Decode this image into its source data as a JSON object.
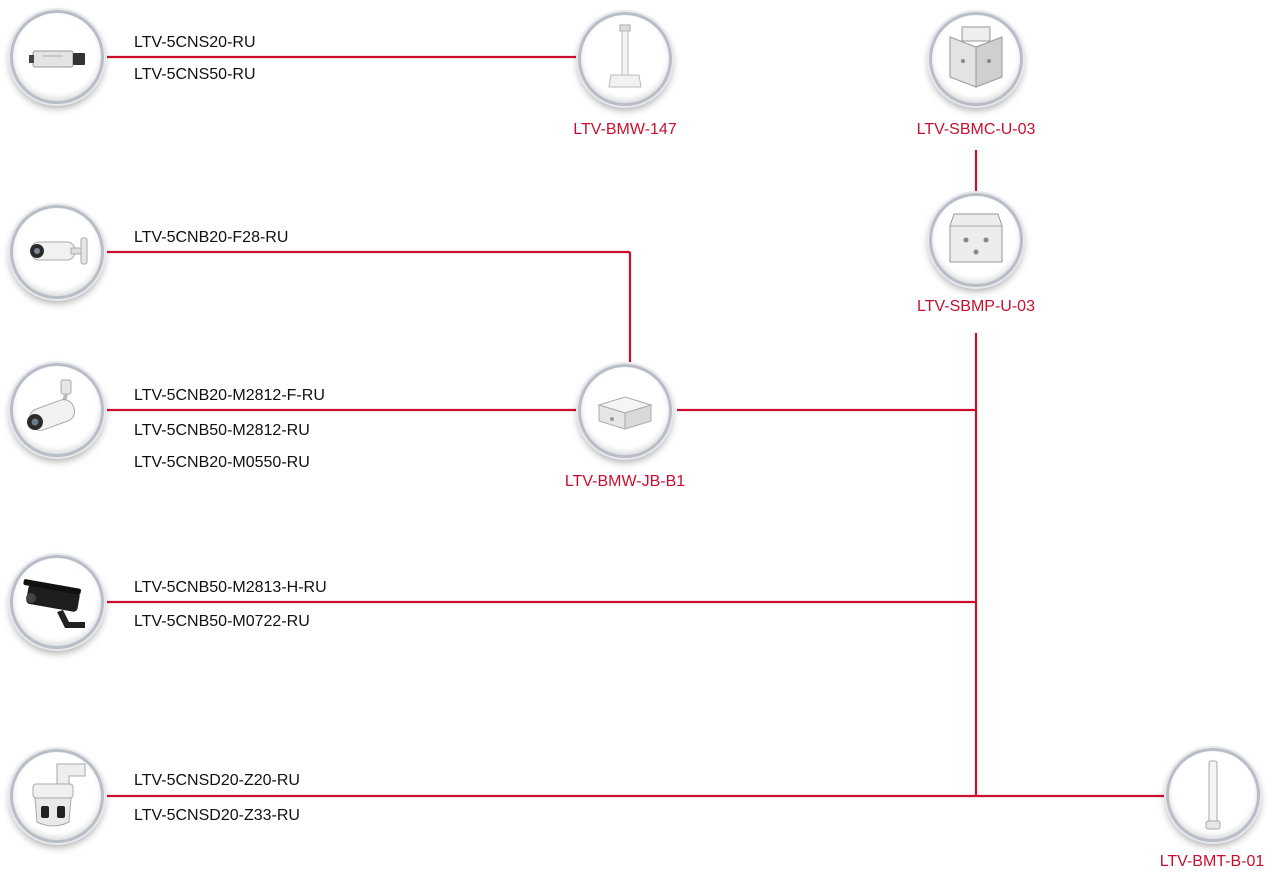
{
  "colors": {
    "connector": "#c8102e",
    "accessory_label": "#c8102e",
    "model_label": "#111111"
  },
  "camera_groups": [
    {
      "icon": "box-camera-icon",
      "models": [
        "LTV-5CNS20-RU",
        "LTV-5CNS50-RU"
      ]
    },
    {
      "icon": "bullet-camera-icon",
      "models": [
        "LTV-5CNB20-F28-RU"
      ]
    },
    {
      "icon": "bullet-camera-bracket-icon",
      "models": [
        "LTV-5CNB20-M2812-F-RU",
        "LTV-5CNB50-M2812-RU",
        "LTV-5CNB20-M0550-RU"
      ]
    },
    {
      "icon": "black-bullet-camera-icon",
      "models": [
        "LTV-5CNB50-M2813-H-RU",
        "LTV-5CNB50-M0722-RU"
      ]
    },
    {
      "icon": "speed-dome-camera-icon",
      "models": [
        "LTV-5CNSD20-Z20-RU",
        "LTV-5CNSD20-Z33-RU"
      ]
    }
  ],
  "accessories": {
    "bmw147": {
      "label": "LTV-BMW-147",
      "icon": "wall-bracket-icon"
    },
    "sbmc": {
      "label": "LTV-SBMC-U-03",
      "icon": "corner-mount-icon"
    },
    "sbmp": {
      "label": "LTV-SBMP-U-03",
      "icon": "pole-mount-icon"
    },
    "jb": {
      "label": "LTV-BMW-JB-B1",
      "icon": "junction-box-icon"
    },
    "bmt": {
      "label": "LTV-BMT-B-01",
      "icon": "pole-extension-icon"
    }
  }
}
